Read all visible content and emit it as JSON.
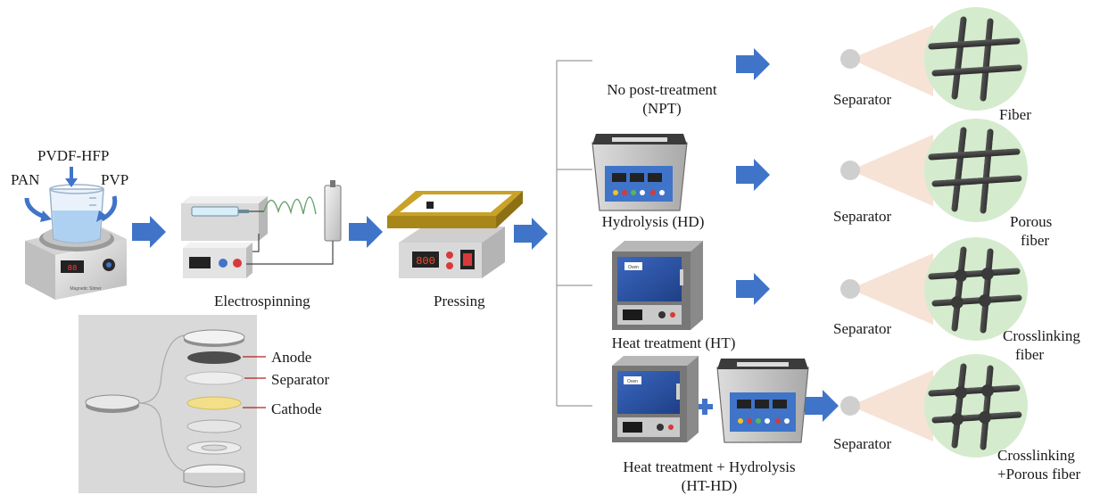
{
  "reagents": {
    "top": "PVDF-HFP",
    "left": "PAN",
    "right": "PVP"
  },
  "steps": {
    "electrospinning": "Electrospinning",
    "pressing": "Pressing"
  },
  "battery": {
    "anode": "Anode",
    "separator": "Separator",
    "cathode": "Cathode"
  },
  "treatments": [
    {
      "line1": "No post-treatment",
      "line2": "(NPT)"
    },
    {
      "line1": "Hydrolysis (HD)",
      "line2": ""
    },
    {
      "line1": "Heat treatment (HT)",
      "line2": ""
    },
    {
      "line1": "Heat treatment + Hydrolysis",
      "line2": "(HT-HD)"
    }
  ],
  "results": [
    {
      "separator": "Separator",
      "fiber_l1": "Fiber",
      "fiber_l2": ""
    },
    {
      "separator": "Separator",
      "fiber_l1": "Porous",
      "fiber_l2": "fiber"
    },
    {
      "separator": "Separator",
      "fiber_l1": "Crosslinking",
      "fiber_l2": "fiber"
    },
    {
      "separator": "Separator",
      "fiber_l1": "Crosslinking",
      "fiber_l2": "+Porous fiber"
    }
  ],
  "device_text": {
    "press_display": "800",
    "oven_label": "Oven",
    "stirrer_label": "Magnetic Stirrer"
  },
  "colors": {
    "arrow_blue": "#3f74c9",
    "bubble_green": "#d5ebcd",
    "cone_peach": "#f7e2d6",
    "oven_blue": "#2d54a6",
    "press_gold": "#c9a227",
    "cathode_yellow": "#f3df8a"
  }
}
